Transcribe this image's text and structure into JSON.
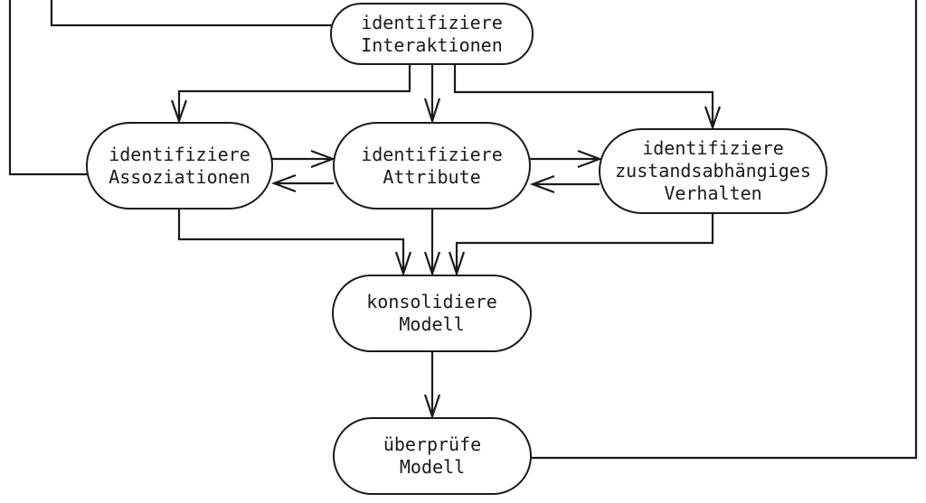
{
  "diagram": {
    "kind": "flowchart",
    "language": "de",
    "background_color": "#ffffff",
    "line_color": "#1a1a1a",
    "nodes": {
      "interaktionen": {
        "lines": [
          "identifiziere",
          "Interaktionen"
        ]
      },
      "assoziationen": {
        "lines": [
          "identifiziere",
          "Assoziationen"
        ]
      },
      "attribute": {
        "lines": [
          "identifiziere",
          "Attribute"
        ]
      },
      "verhalten": {
        "lines": [
          "identifiziere",
          "zustandsabhängiges",
          "Verhalten"
        ]
      },
      "konsolidiere": {
        "lines": [
          "konsolidiere",
          "Modell"
        ]
      },
      "ueberpruefe": {
        "lines": [
          "überprüfe",
          "Modell"
        ]
      }
    },
    "edges": [
      {
        "from": "off-canvas-top-left",
        "to": "identifiziere Assoziationen",
        "arrowhead": false
      },
      {
        "from": "off-canvas-top-left",
        "to": "identifiziere Interaktionen",
        "arrowhead": false
      },
      {
        "from": "identifiziere Interaktionen",
        "to": "identifiziere Assoziationen",
        "arrowhead": true
      },
      {
        "from": "identifiziere Interaktionen",
        "to": "identifiziere Attribute",
        "arrowhead": true
      },
      {
        "from": "identifiziere Interaktionen",
        "to": "identifiziere zustandsabhängiges Verhalten",
        "arrowhead": true
      },
      {
        "from": "identifiziere Assoziationen",
        "to": "identifiziere Attribute",
        "arrowhead": true
      },
      {
        "from": "identifiziere Attribute",
        "to": "identifiziere Assoziationen",
        "arrowhead": true
      },
      {
        "from": "identifiziere Attribute",
        "to": "identifiziere zustandsabhängiges Verhalten",
        "arrowhead": true
      },
      {
        "from": "identifiziere zustandsabhängiges Verhalten",
        "to": "identifiziere Attribute",
        "arrowhead": true
      },
      {
        "from": "identifiziere Assoziationen",
        "to": "konsolidiere Modell",
        "arrowhead": true
      },
      {
        "from": "identifiziere Attribute",
        "to": "konsolidiere Modell",
        "arrowhead": true
      },
      {
        "from": "identifiziere zustandsabhängiges Verhalten",
        "to": "konsolidiere Modell",
        "arrowhead": true
      },
      {
        "from": "konsolidiere Modell",
        "to": "überprüfe Modell",
        "arrowhead": true
      },
      {
        "from": "überprüfe Modell",
        "to": "off-canvas-top-right",
        "arrowhead": false
      }
    ]
  }
}
